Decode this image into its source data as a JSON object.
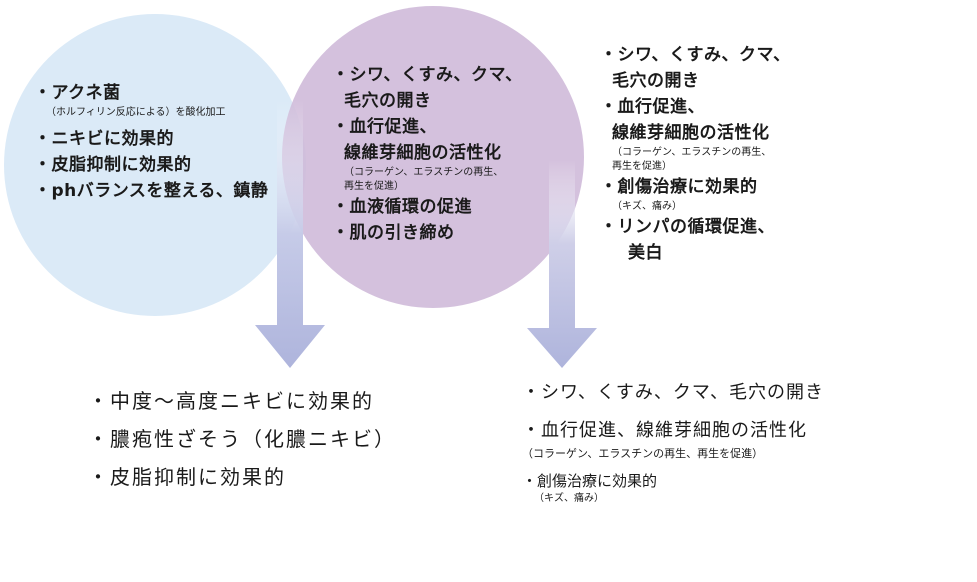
{
  "colors": {
    "left_circle": "#dbeaf7",
    "middle_circle": "#cdb6d7",
    "arrow_top": "#ffffff",
    "arrow_bottom": "#aeb4dc"
  },
  "left": {
    "item1": "・アクネ菌",
    "note1": "（ホルフィリン反応による）を酸化加工",
    "item2": "・ニキビに効果的",
    "item3": "・皮脂抑制に効果的",
    "item4": "・phバランスを整える、鎮静"
  },
  "middle": {
    "item1a": "・シワ、くすみ、クマ、",
    "item1b": "毛穴の開き",
    "item2a": "・血行促進、",
    "item2b": "線維芽細胞の活性化",
    "note1": "（コラーゲン、エラスチンの再生、",
    "note2": "再生を促進）",
    "item3": "・血液循環の促進",
    "item4": "・肌の引き締め"
  },
  "right": {
    "item1a": "・シワ、くすみ、クマ、",
    "item1b": "毛穴の開き",
    "item2a": "・血行促進、",
    "item2b": "線維芽細胞の活性化",
    "note1": "（コラーゲン、エラスチンの再生、",
    "note2": "再生を促進）",
    "item3": "・創傷治療に効果的",
    "note3": "（キズ、痛み）",
    "item4a": "・リンパの循環促進、",
    "item4b": "美白"
  },
  "bottom_left": {
    "item1": "・中度～高度ニキビに効果的",
    "item2": "・膿疱性ざそう（化膿ニキビ）",
    "item3": "・皮脂抑制に効果的"
  },
  "bottom_right": {
    "item1": "・シワ、くすみ、クマ、毛穴の開き",
    "item2": "・血行促進、線維芽細胞の活性化",
    "note1": "（コラーゲン、エラスチンの再生、再生を促進）",
    "item3": "・創傷治療に効果的",
    "note2": "（キズ、痛み）"
  }
}
